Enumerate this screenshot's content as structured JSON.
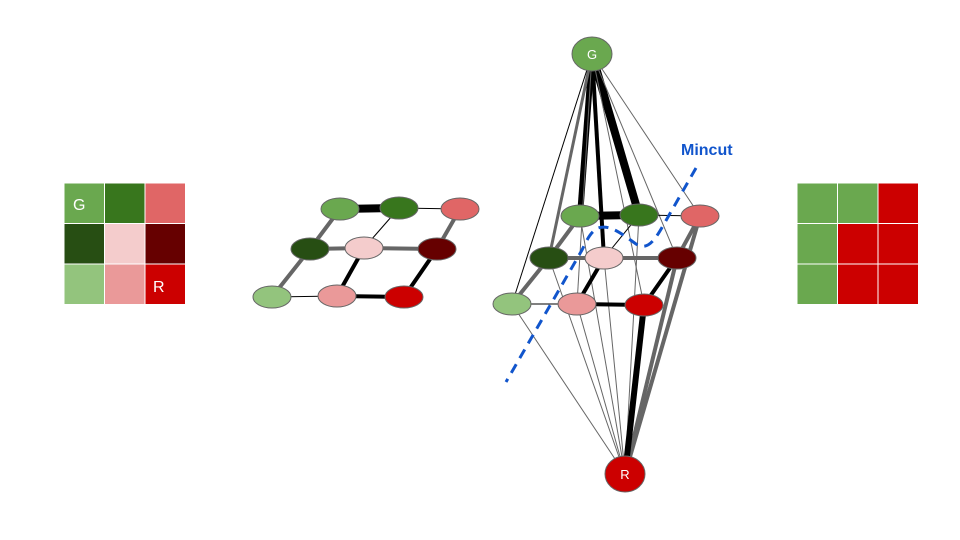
{
  "colors": {
    "light_green": "#93c47d",
    "med_green": "#6aa84f",
    "dark_green": "#38761d",
    "darkest_green": "#274e13",
    "light_pink": "#f4cccc",
    "pink": "#ea9999",
    "salmon": "#e06666",
    "red": "#cc0000",
    "dark_red": "#660000",
    "mincut_blue": "#1155cc",
    "edge_gray": "#666666",
    "edge_black": "#000000"
  },
  "input_grid": {
    "cells": [
      [
        "med_green",
        "dark_green",
        "salmon"
      ],
      [
        "darkest_green",
        "light_pink",
        "dark_red"
      ],
      [
        "light_green",
        "pink",
        "red"
      ]
    ],
    "label_g": "G",
    "label_r": "R"
  },
  "graph": {
    "source_label": "G",
    "sink_label": "R"
  },
  "mincut": {
    "label": "Mincut"
  },
  "output_grid": {
    "cells": [
      [
        "med_green",
        "med_green",
        "red"
      ],
      [
        "med_green",
        "red",
        "red"
      ],
      [
        "med_green",
        "red",
        "red"
      ]
    ]
  }
}
